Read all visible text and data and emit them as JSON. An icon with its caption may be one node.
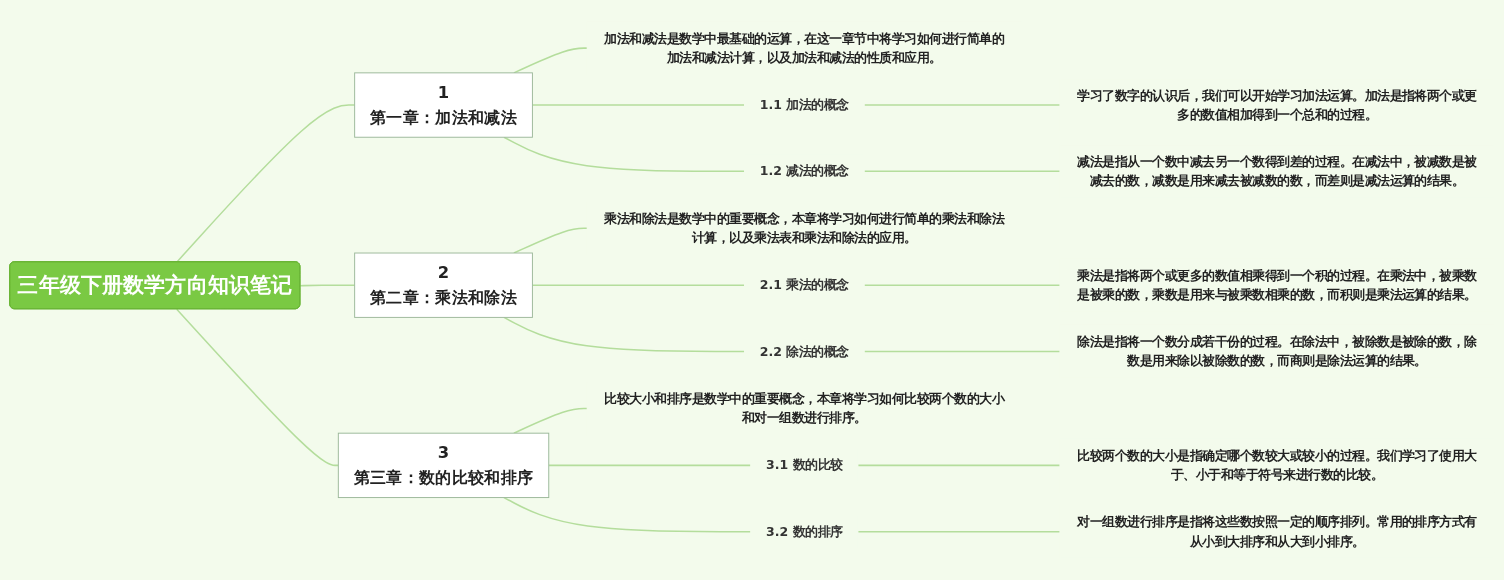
{
  "diagram": {
    "nodes": [
      {
        "text": [
          "三年级下册数学方向知识笔记"
        ]
      },
      {
        "text": [
          "1",
          "第一章：加法和减法"
        ]
      },
      {
        "text": [
          "加法和减法是数学中最基础的运算，在这一章节中将学习如何进行简单的加法和减法计算，以及加法和减法的性质和应用。"
        ]
      },
      {
        "text": [
          "1.1 加法的概念"
        ]
      },
      {
        "text": [
          "学习了数字的认识后，我们可以开始学习加法运算。加法是指将两个或更多的数值相加得到一个总和的过程。"
        ]
      },
      {
        "text": [
          "1.2 减法的概念"
        ]
      },
      {
        "text": [
          "减法是指从一个数中减去另一个数得到差的过程。在减法中，被减数是被减去的数，减数是用来减去被减数的数，而差则是减法运算的结果。"
        ]
      },
      {
        "text": [
          "2",
          "第二章：乘法和除法"
        ]
      },
      {
        "text": [
          "乘法和除法是数学中的重要概念，本章将学习如何进行简单的乘法和除法计算，以及乘法表和乘法和除法的应用。"
        ]
      },
      {
        "text": [
          "2.1 乘法的概念"
        ]
      },
      {
        "text": [
          "乘法是指将两个或更多的数值相乘得到一个积的过程。在乘法中，被乘数是被乘的数，乘数是用来与被乘数相乘的数，而积则是乘法运算的结果。"
        ]
      },
      {
        "text": [
          "2.2 除法的概念"
        ]
      },
      {
        "text": [
          "除法是指将一个数分成若干份的过程。在除法中，被除数是被除的数，除数是用来除以被除数的数，而商则是除法运算的结果。"
        ]
      },
      {
        "text": [
          "3",
          "第三章：数的比较和排序"
        ]
      },
      {
        "text": [
          "比较大小和排序是数学中的重要概念，本章将学习如何比较两个数的大小和对一组数进行排序。"
        ]
      },
      {
        "text": [
          "3.1 数的比较"
        ]
      },
      {
        "text": [
          "比较两个数的大小是指确定哪个数较大或较小的过程。我们学习了使用大于、小于和等于符号来进行数的比较。"
        ]
      },
      {
        "text": [
          "3.2 数的排序"
        ]
      },
      {
        "text": [
          "对一组数进行排序是指将这些数按照一定的顺序排列。常用的排序方式有从小到大排序和从大到小排序。"
        ]
      }
    ],
    "edges": [
      {
        "from": 0,
        "to": 1,
        "arrow": "none"
      },
      {
        "from": 1,
        "to": 2,
        "arrow": "none"
      },
      {
        "from": 1,
        "to": 3,
        "arrow": "none"
      },
      {
        "from": 3,
        "to": 4,
        "arrow": "none"
      },
      {
        "from": 1,
        "to": 5,
        "arrow": "none"
      },
      {
        "from": 5,
        "to": 6,
        "arrow": "none"
      },
      {
        "from": 0,
        "to": 7,
        "arrow": "none"
      },
      {
        "from": 7,
        "to": 8,
        "arrow": "none"
      },
      {
        "from": 7,
        "to": 9,
        "arrow": "none"
      },
      {
        "from": 9,
        "to": 10,
        "arrow": "none"
      },
      {
        "from": 7,
        "to": 11,
        "arrow": "none"
      },
      {
        "from": 11,
        "to": 12,
        "arrow": "none"
      },
      {
        "from": 0,
        "to": 13,
        "arrow": "none"
      },
      {
        "from": 13,
        "to": 14,
        "arrow": "none"
      },
      {
        "from": 13,
        "to": 15,
        "arrow": "none"
      },
      {
        "from": 15,
        "to": 16,
        "arrow": "none"
      },
      {
        "from": 13,
        "to": 17,
        "arrow": "none"
      },
      {
        "from": 17,
        "to": 18,
        "arrow": "none"
      }
    ]
  }
}
